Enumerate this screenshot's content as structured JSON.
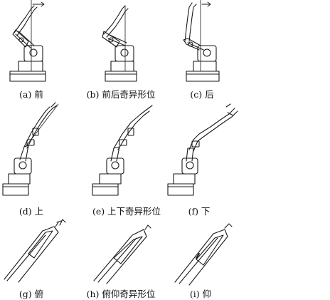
{
  "panels": [
    {
      "id": "a",
      "label": "(a) 前"
    },
    {
      "id": "b",
      "label": "(b) 前后奇异形位"
    },
    {
      "id": "c",
      "label": "(c) 后"
    },
    {
      "id": "d",
      "label": "(d) 上"
    },
    {
      "id": "e",
      "label": "(e) 上下奇异形位"
    },
    {
      "id": "f",
      "label": "(f) 下"
    },
    {
      "id": "g",
      "label": "(g) 俯"
    },
    {
      "id": "h",
      "label": "(h) 俯仰奇异形位"
    },
    {
      "id": "i",
      "label": "(i) 仰"
    }
  ],
  "colors": {
    "line": "#1a1a1a",
    "background": "#ffffff"
  }
}
